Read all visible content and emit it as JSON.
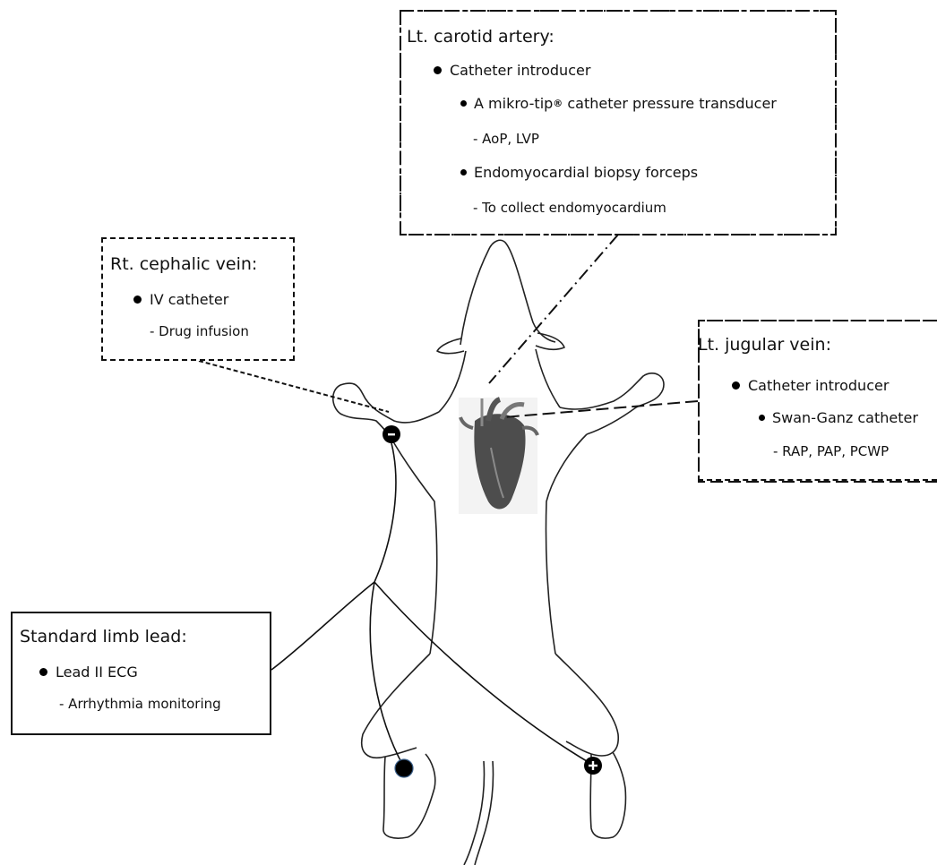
{
  "carotid": {
    "title": "Lt. carotid artery:",
    "item1": "Catheter introducer",
    "item2_pre": "A mikro-tip",
    "item2_reg": "®",
    "item2_post": " catheter pressure transducer",
    "item2_sub": "- AoP, LVP",
    "item3": "Endomyocardial biopsy forceps",
    "item3_sub": "- To collect endomyocardium"
  },
  "cephalic": {
    "title": "Rt. cephalic vein:",
    "item1": "IV catheter",
    "item1_sub": "- Drug infusion"
  },
  "jugular": {
    "title": "Lt. jugular vein:",
    "item1": "Catheter introducer",
    "item2": "Swan-Ganz catheter",
    "item2_sub": "- RAP, PAP, PCWP"
  },
  "limb_lead": {
    "title": "Standard limb lead:",
    "item1": "Lead II ECG",
    "item1_sub": "- Arrhythmia monitoring"
  },
  "electrodes": {
    "negative": "−",
    "positive": "+"
  }
}
